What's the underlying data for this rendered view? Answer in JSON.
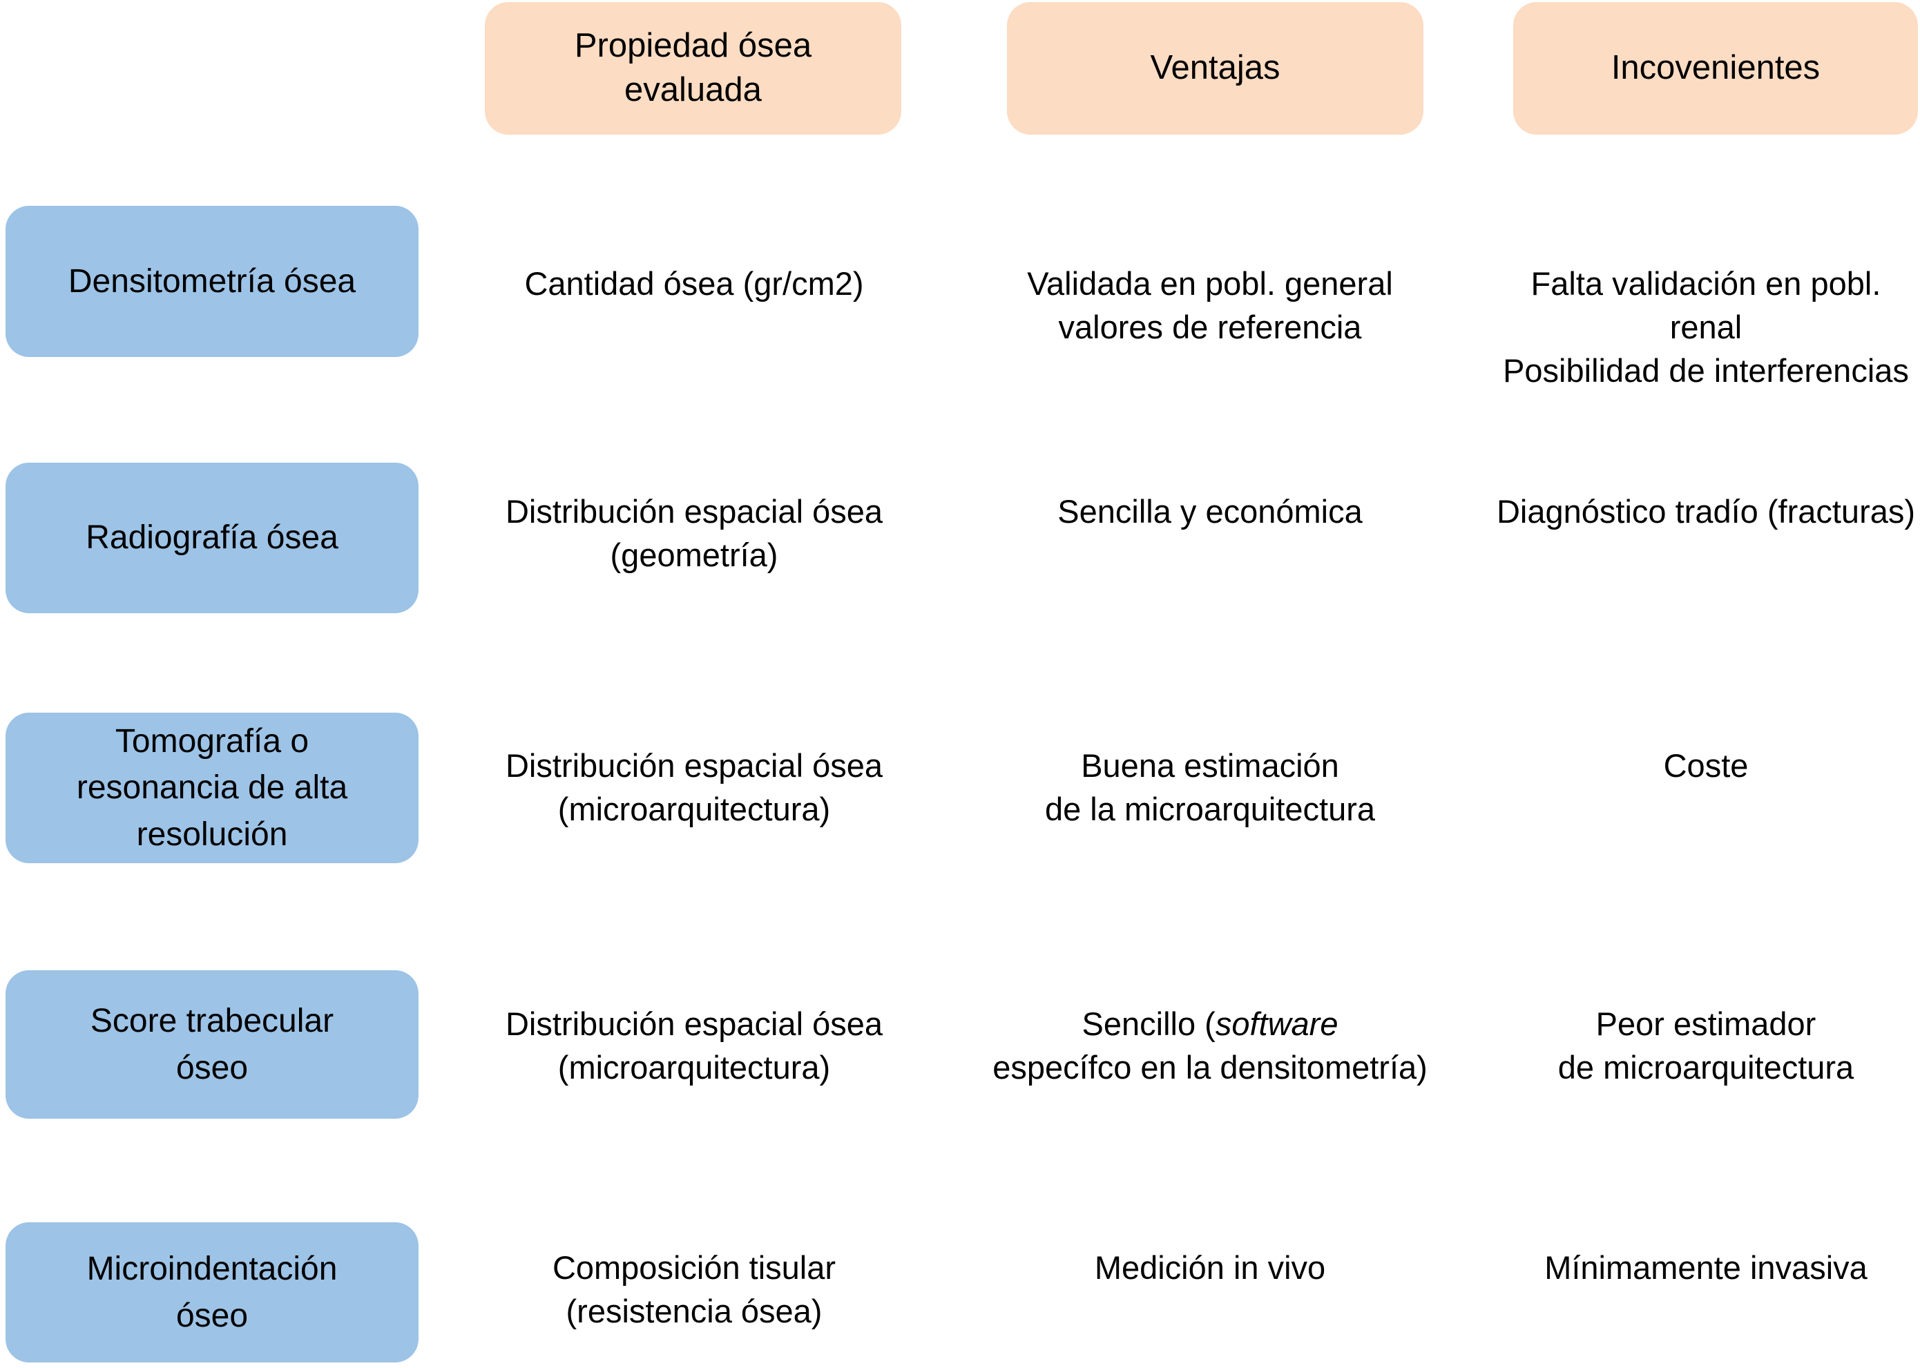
{
  "colors": {
    "header_bg": "#fcdcc3",
    "label_bg": "#9dc3e6",
    "text": "#000000",
    "page_bg": "#ffffff"
  },
  "columns": {
    "property": "Propiedad ósea\nevaluada",
    "advantages": "Ventajas",
    "disadvantages": "Incovenientes"
  },
  "rows": [
    {
      "method": "Densitometría ósea",
      "property": "Cantidad ósea (gr/cm2)",
      "advantages": "Validada en pobl. general\nvalores de referencia",
      "disadvantages": "Falta validación en pobl. renal\nPosibilidad de interferencias"
    },
    {
      "method": "Radiografía ósea",
      "property": "Distribución espacial ósea\n(geometría)",
      "advantages": "Sencilla y económica",
      "disadvantages": "Diagnóstico tradío (fracturas)"
    },
    {
      "method": "Tomografía o\nresonancia de alta\nresolución",
      "property": "Distribución espacial ósea\n(microarquitectura)",
      "advantages": "Buena estimación\nde la microarquitectura",
      "disadvantages": "Coste"
    },
    {
      "method": "Score trabecular\nóseo",
      "property": "Distribución espacial ósea\n(microarquitectura)",
      "advantages_rich": [
        {
          "text": "Sencillo (",
          "italic": false
        },
        {
          "text": "software",
          "italic": true
        },
        {
          "text": "\nespecífco en la densitometría)",
          "italic": false
        }
      ],
      "disadvantages": "Peor estimador\nde microarquitectura"
    },
    {
      "method": "Microindentación\nóseo",
      "property": "Composición tisular\n(resistencia ósea)",
      "advantages": "Medición in vivo",
      "disadvantages": "Mínimamente invasiva"
    }
  ]
}
